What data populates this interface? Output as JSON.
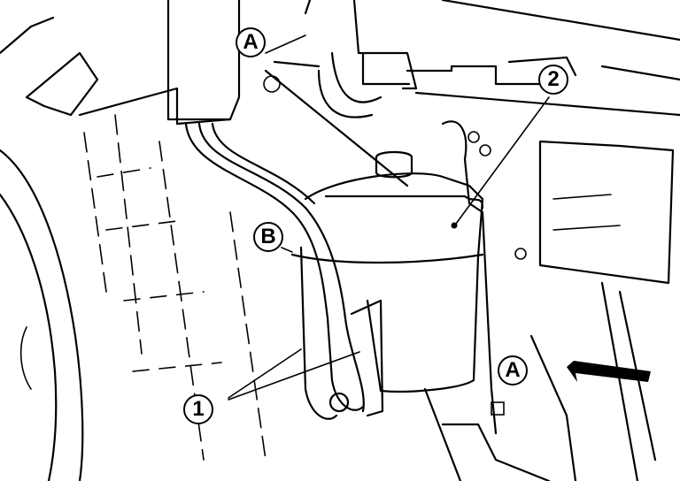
{
  "callouts": {
    "a_top": "A",
    "b": "B",
    "a_bottom": "A",
    "one": "1",
    "two": "2"
  },
  "colors": {
    "line": "#000000",
    "background": "#ffffff"
  }
}
